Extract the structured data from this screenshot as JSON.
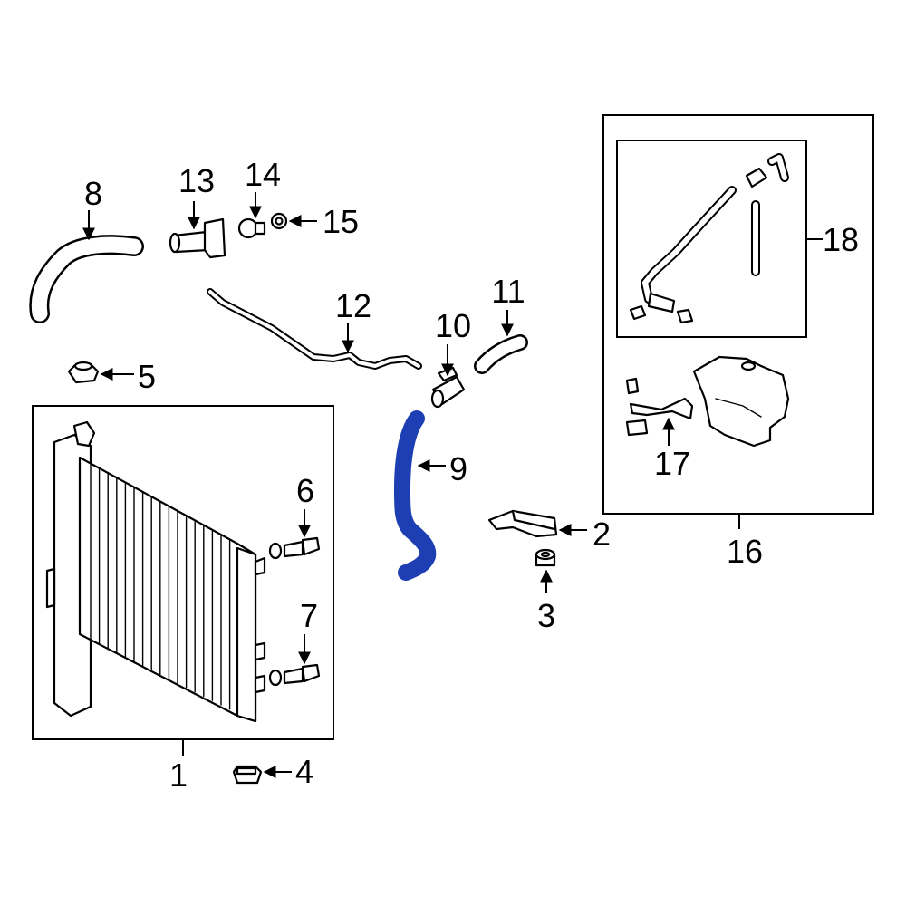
{
  "diagram": {
    "highlight_color": "#1e3fb4",
    "line_color": "#000000",
    "background": "#ffffff",
    "highlighted_part": "9",
    "callouts": [
      {
        "id": "c1",
        "label": "1"
      },
      {
        "id": "c2",
        "label": "2"
      },
      {
        "id": "c3",
        "label": "3"
      },
      {
        "id": "c4",
        "label": "4"
      },
      {
        "id": "c5",
        "label": "5"
      },
      {
        "id": "c6",
        "label": "6"
      },
      {
        "id": "c7",
        "label": "7"
      },
      {
        "id": "c8",
        "label": "8"
      },
      {
        "id": "c9",
        "label": "9"
      },
      {
        "id": "c10",
        "label": "10"
      },
      {
        "id": "c11",
        "label": "11"
      },
      {
        "id": "c12",
        "label": "12"
      },
      {
        "id": "c13",
        "label": "13"
      },
      {
        "id": "c14",
        "label": "14"
      },
      {
        "id": "c15",
        "label": "15"
      },
      {
        "id": "c16",
        "label": "16"
      },
      {
        "id": "c17",
        "label": "17"
      },
      {
        "id": "c18",
        "label": "18"
      }
    ]
  }
}
